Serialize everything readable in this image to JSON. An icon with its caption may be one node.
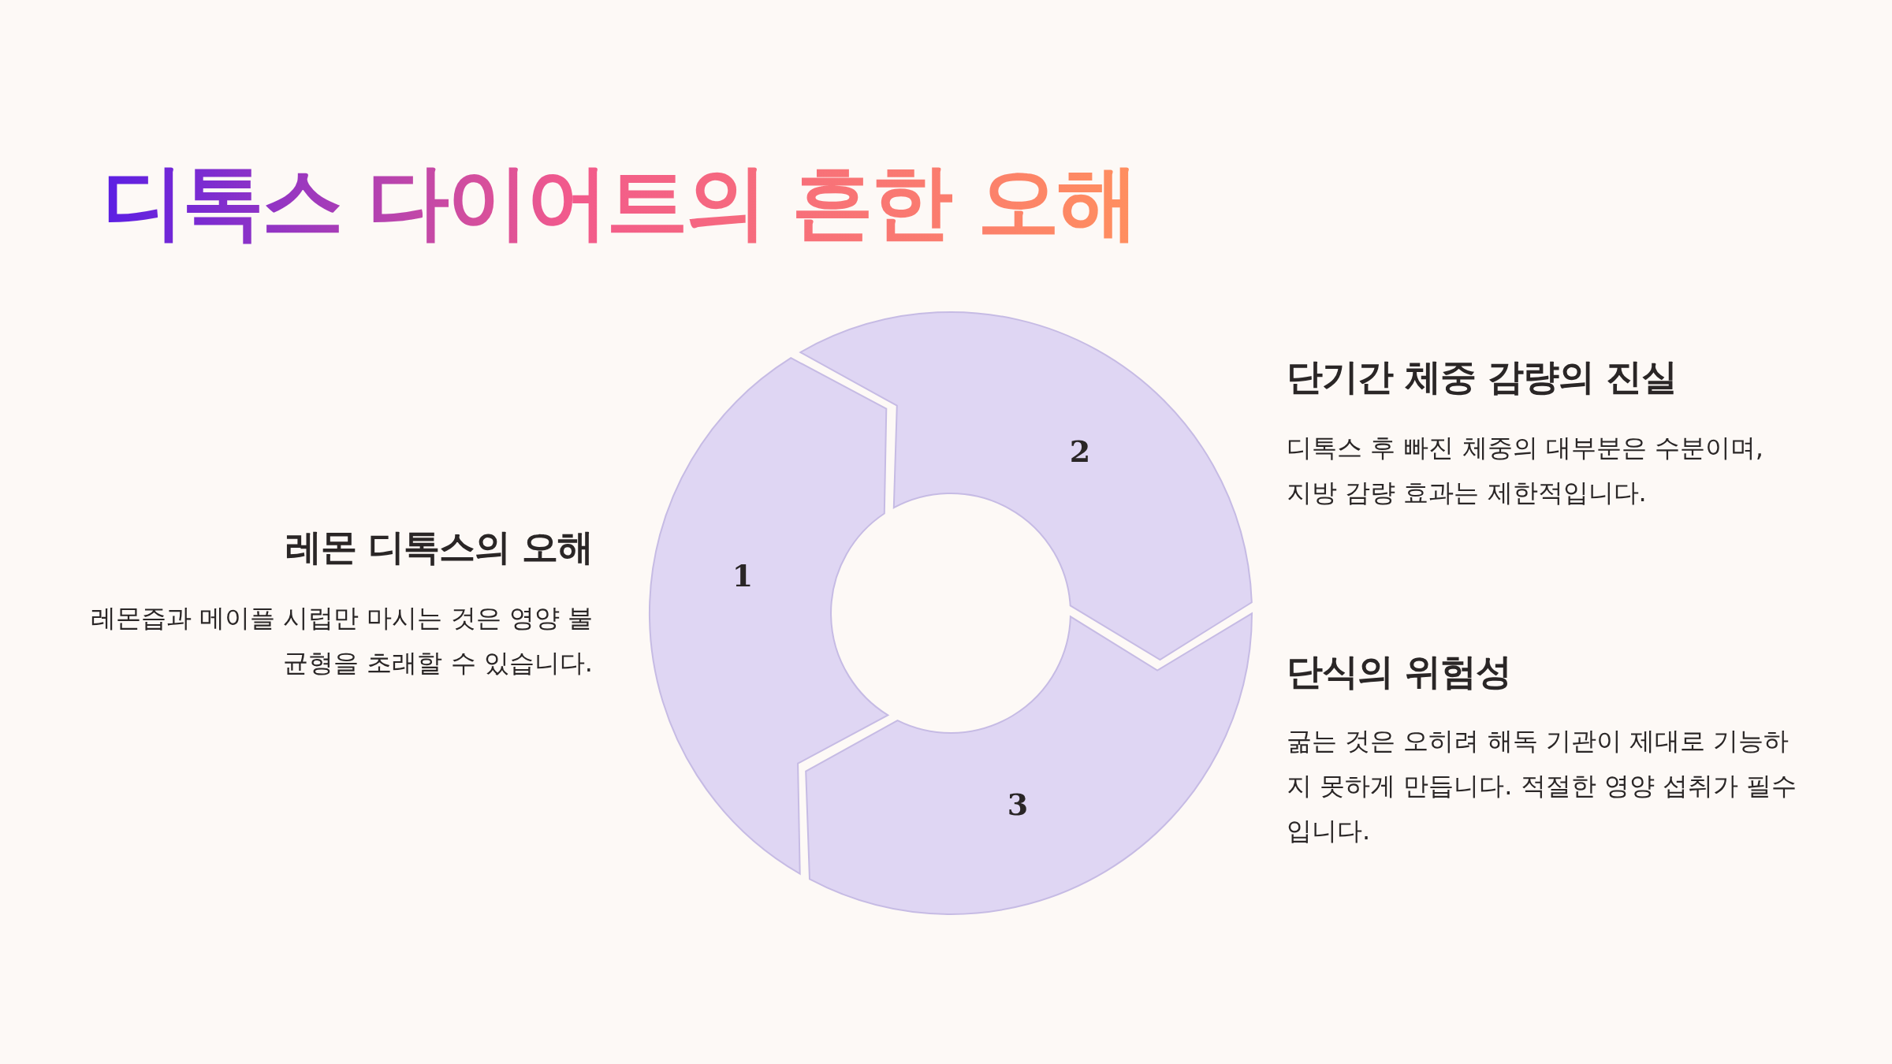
{
  "diagram": {
    "title": "디톡스 다이어트의 흔한 오해",
    "nodes": [
      {
        "text": [
          "1"
        ]
      },
      {
        "text": [
          "2"
        ]
      },
      {
        "text": [
          "3"
        ]
      }
    ],
    "labels": [
      "단기간 체중 감량의 진실",
      "디톡스 후 빠진 체중의 대부분은 수분이며, 지방 감량 효과는 제한적입니다.",
      "레몬 디톡스의 오해",
      "레몬즙과 메이플 시럽만 마시는 것은 영양 불균형을 초래할 수 있습니다.",
      "단식의 위험성",
      "굶는 것은 오히려 해독 기관이 제대로 기능하지 못하게 만듭니다. 적절한 영양 섭취가 필수입니다."
    ]
  }
}
